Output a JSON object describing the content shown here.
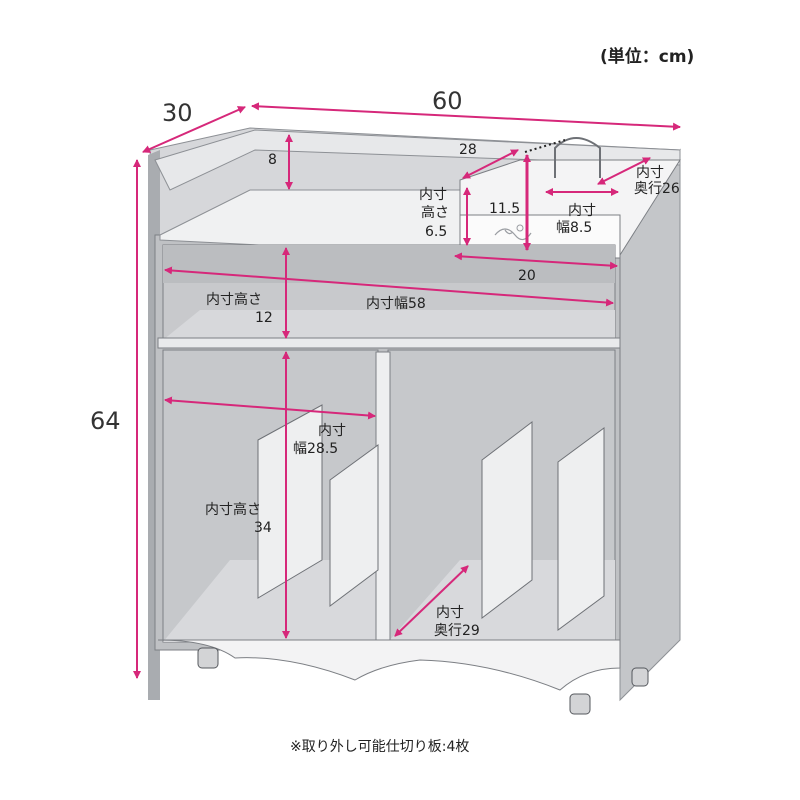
{
  "unit_label": "(単位：cm)",
  "note": "※取り外し可能仕切り板:4枚",
  "dimensions": {
    "depth": "30",
    "width": "60",
    "height": "64",
    "top_height": "8",
    "tray_length": "28",
    "tray_depth_a": "内寸",
    "tray_depth_b": "奥行26",
    "tray_height_a": "内寸",
    "tray_height_b": "高さ",
    "tray_height_c": "6.5",
    "tray_wall": "11.5",
    "tray_width_a": "内寸",
    "tray_width_b": "幅8.5",
    "tray_total": "20",
    "shelf_height_a": "内寸高さ",
    "shelf_height_b": "12",
    "shelf_width": "内寸幅58",
    "left_width_a": "内寸",
    "left_width_b": "幅28.5",
    "left_height_a": "内寸高さ",
    "left_height_b": "34",
    "right_depth_a": "内寸",
    "right_depth_b": "奥行29"
  },
  "colors": {
    "measure": "#d6287a",
    "frame": "#b9bbbe",
    "panel": "#e3e4e6",
    "inner": "#c9cacd",
    "outline": "#55585d"
  }
}
